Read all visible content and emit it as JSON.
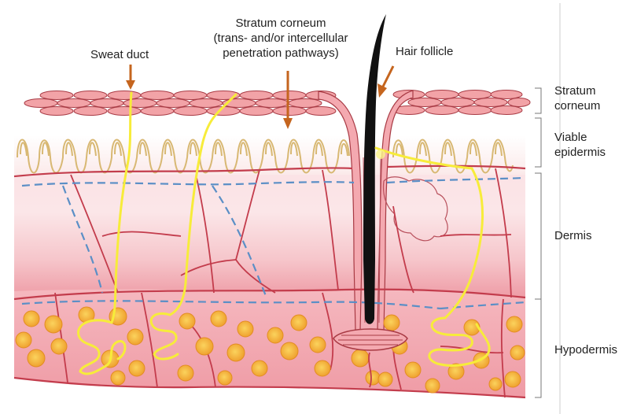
{
  "labels": {
    "sweat_duct": "Sweat duct",
    "stratum_corneum_title": "Stratum corneum",
    "stratum_corneum_sub1": "(trans- and/or intercellular",
    "stratum_corneum_sub2": "penetration pathways)",
    "hair_follicle": "Hair follicle"
  },
  "layers": [
    {
      "line1": "Stratum",
      "line2": "corneum"
    },
    {
      "line1": "Viable",
      "line2": "epidermis"
    },
    {
      "line1": "Dermis",
      "line2": ""
    },
    {
      "line1": "Hypodermis",
      "line2": ""
    }
  ],
  "colors": {
    "arrow": "#c5651e",
    "corneum_cell": "#f2a3a7",
    "cell_outline": "#a83a44",
    "epidermis_line": "#d8b873",
    "dermis_top": "#fce8ea",
    "dermis_mid": "#f6c2c8",
    "dermis_edge": "#ec8e98",
    "vessel": "#c33c4c",
    "dashed_line": "#5b8fc6",
    "duct": "#f7ec3a",
    "fat_cell": "#f0a83a",
    "fat_core": "#f9c854",
    "hair": "#111111"
  }
}
